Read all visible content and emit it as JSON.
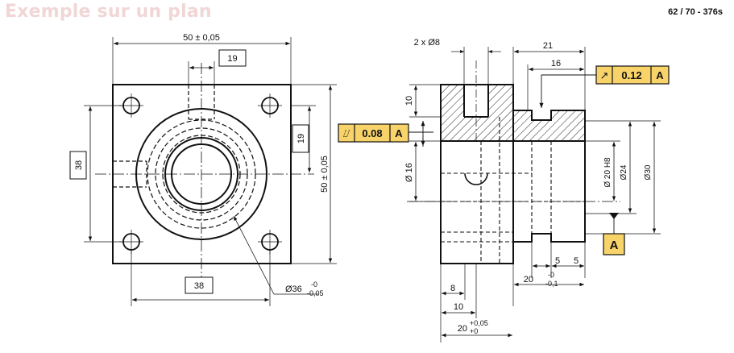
{
  "header": {
    "title": "Exemple sur un plan",
    "counter": "62 / 70 - 376s"
  },
  "front_view": {
    "dim_width": "50 ± 0,05",
    "dim_height": "50 ± 0,05",
    "dim_top_boxed": "19",
    "dim_right_boxed": "19",
    "dim_left_boxed": "38",
    "dim_bottom_boxed": "38",
    "dim_diameter": "Ø36",
    "dim_diameter_tol_upper": "-0",
    "dim_diameter_tol_lower": "-0,05"
  },
  "section_view": {
    "dim_holes": "2 x Ø8",
    "dim_21": "21",
    "dim_16": "16",
    "dim_10_vertical": "10",
    "dim_d16": "Ø 16",
    "dim_d20": "Ø 20 H8",
    "dim_d24": "Ø24",
    "dim_d30": "Ø30",
    "dim_5a": "5",
    "dim_5b": "5",
    "dim_20_step": "20",
    "dim_20_step_tol_upper": "-0",
    "dim_20_step_tol_lower": "-0,1",
    "dim_8": "8",
    "dim_10_bottom": "10",
    "dim_20_total": "20",
    "dim_20_total_tol_upper": "+0,05",
    "dim_20_total_tol_lower": "+0",
    "tol_runout": {
      "symbol": "↗",
      "value": "0.12",
      "datum": "A"
    },
    "tol_total_runout": {
      "symbol": "⌰",
      "value": "0.08",
      "datum": "A"
    },
    "datum_label": "A"
  },
  "colors": {
    "frame_fill": "#f7d36a",
    "line": "#111111",
    "title": "#f1d6d6"
  }
}
